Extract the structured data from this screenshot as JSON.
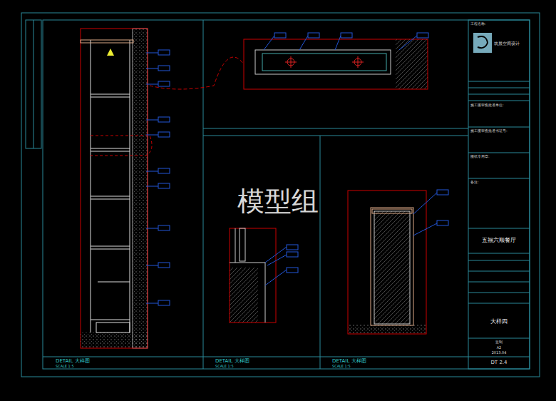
{
  "diagram": {
    "labels": [
      "模型组",
      "DETAIL 大样图",
      "DETAIL 大样图",
      "DETAIL 大样图",
      "SCALE 1:5",
      "SCALE 1:5",
      "SCALE 1:5",
      "工程名称:",
      "筑晨空间设计",
      "施工图审查批准单位:",
      "施工图审查批准书证号:",
      "图纸专用章:",
      "备注:",
      "五福六顺餐厅",
      "大样四",
      "监制",
      "A2",
      "2013.04",
      "DT 2.4"
    ]
  }
}
